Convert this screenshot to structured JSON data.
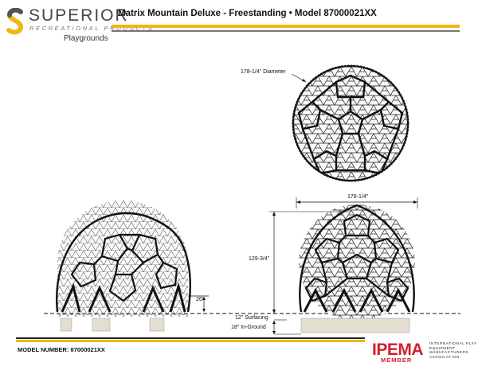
{
  "header": {
    "brand_name": "SUPERIOR",
    "brand_tagline": "RECREATIONAL PRODUCTS",
    "brand_division": "Playgrounds",
    "title": "Matrix Mountain Deluxe - Freestanding • Model 87000021XX",
    "colors": {
      "gold": "#f2b612",
      "gray": "#777777"
    }
  },
  "dimensions": {
    "diameter_label": "178-1/4\" Diameter",
    "width_label": "178-1/4\"",
    "height_label": "129-3/4\"",
    "clearance_label": "26\"",
    "surfacing_label": "12\" Surfacing",
    "inground_label": "18\" In-Ground"
  },
  "footer": {
    "model_number": "MODEL NUMBER: 87000021XX",
    "ipema_logo": "IPEMA",
    "ipema_member": "MEMBER",
    "ipema_full_name": "INTERNATIONAL PLAY EQUIPMENT MANUFACTURERS ASSOCIATION",
    "ipema_color": "#d21f2d"
  }
}
